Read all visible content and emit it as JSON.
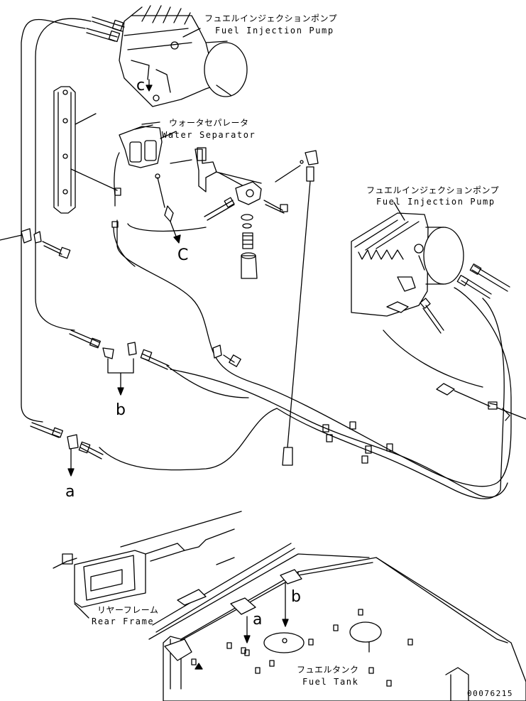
{
  "labels": {
    "fuel_injection_pump_top": {
      "jp": "フュエルインジェクションポンプ",
      "en": "Fuel Injection Pump"
    },
    "water_separator": {
      "jp": "ウォータセパレータ",
      "en": "Water Separator"
    },
    "fuel_injection_pump_right": {
      "jp": "フュエルインジェクションポンプ",
      "en": "Fuel Injection Pump"
    },
    "rear_frame": {
      "jp": "リヤーフレーム",
      "en": "Rear Frame"
    },
    "fuel_tank": {
      "jp": "フュエルタンク",
      "en": "Fuel Tank"
    }
  },
  "callouts": {
    "c_top": "c",
    "c_mid": "C",
    "b_mid": "b",
    "a_left": "a",
    "a_tank": "a",
    "b_tank": "b"
  },
  "drawing_number": "00076215",
  "colors": {
    "line": "#000000",
    "background": "#ffffff"
  }
}
